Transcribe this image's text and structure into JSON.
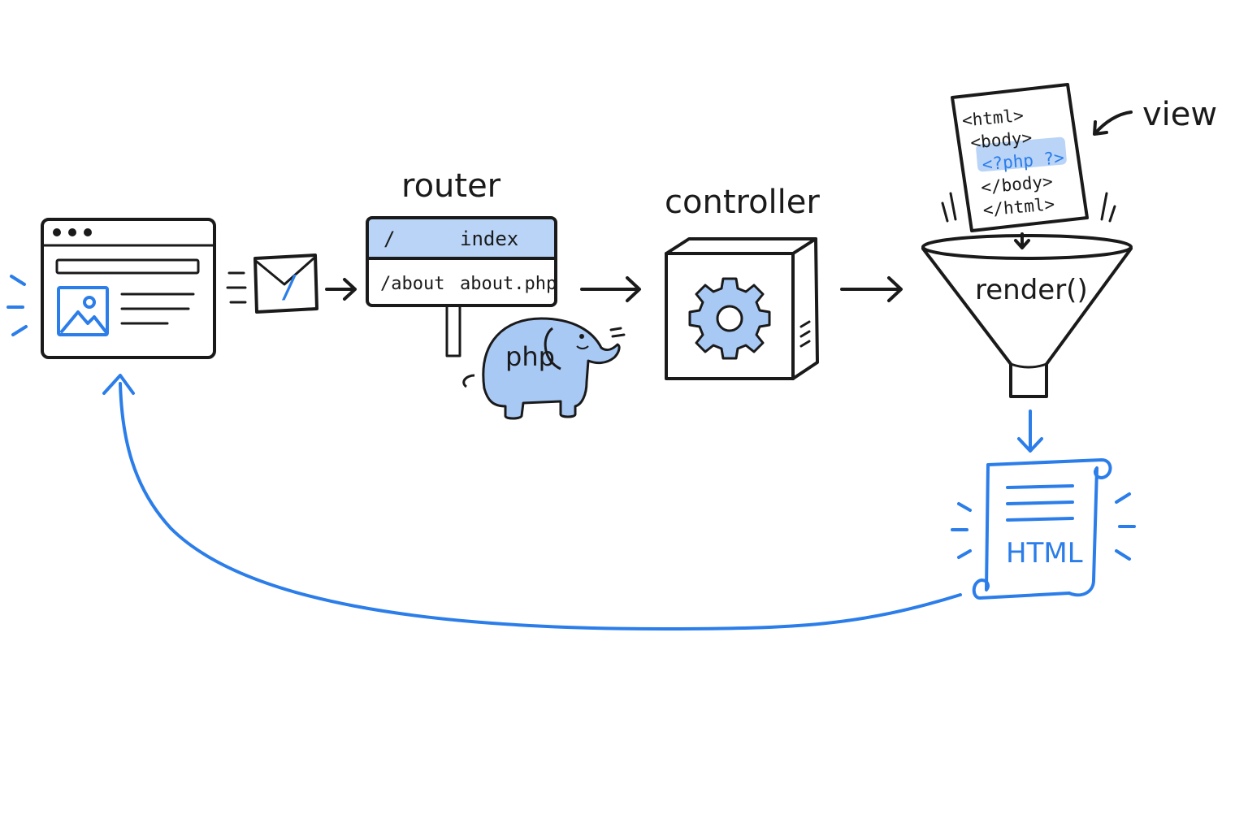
{
  "colors": {
    "ink": "#1a1a1a",
    "accent": "#2b7de9",
    "accent_fill": "#a9c9f5",
    "highlight": "#b9d4f7"
  },
  "labels": {
    "router": "router",
    "controller": "controller",
    "view": "view",
    "render": "render()",
    "html_scroll": "HTML",
    "php": "php"
  },
  "router_table": {
    "rows": [
      {
        "path": "/",
        "target": "index"
      },
      {
        "path": "/about",
        "target": "about.php"
      }
    ]
  },
  "view_code": {
    "lines": [
      "<html>",
      "<body>",
      "<?php ?>",
      "</body>",
      "</html>"
    ]
  },
  "request": {
    "envelope_mark": "/"
  },
  "icons": [
    "browser-window-icon",
    "image-icon",
    "envelope-icon",
    "elephant-icon",
    "gear-icon",
    "document-icon",
    "funnel-icon",
    "scroll-icon"
  ]
}
